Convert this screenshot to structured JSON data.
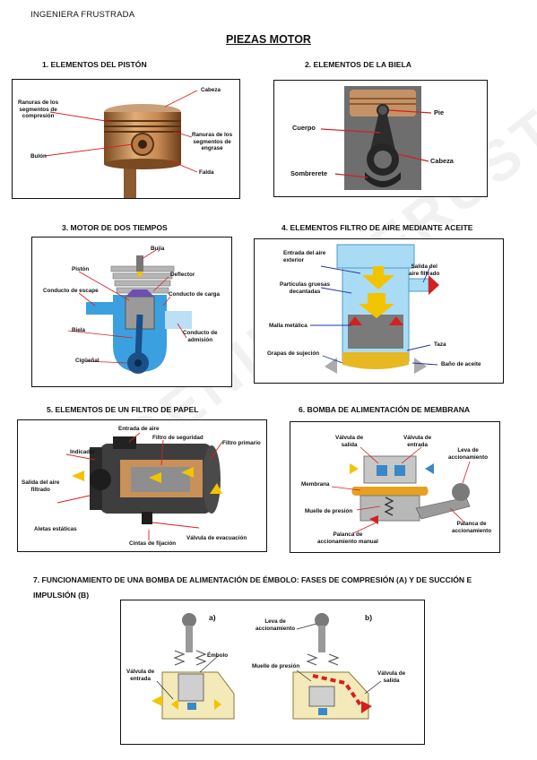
{
  "header": {
    "text": "INGENIERA FRUSTRADA"
  },
  "page_title": "PIEZAS MOTOR",
  "sections": {
    "s1": {
      "title": "1. ELEMENTOS DEL PISTÓN",
      "labels": {
        "cabeza": "Cabeza",
        "ranuras_izq": "Ranuras de los\nsegmentos de\ncompresión",
        "ranuras_der": "Ranuras de los\nsegmentos de\nengrase",
        "bulon": "Bulón",
        "falda": "Falda"
      }
    },
    "s2": {
      "title": "2. ELEMENTOS DE LA BIELA",
      "labels": {
        "pie": "Pie",
        "cuerpo": "Cuerpo",
        "cabeza": "Cabeza",
        "sombrerete": "Sombrerete"
      }
    },
    "s3": {
      "title": "3. MOTOR DE DOS TIEMPOS",
      "labels": {
        "bujia": "Bujía",
        "piston": "Pistón",
        "deflector": "Deflector",
        "escape": "Conducto de escape",
        "carga": "Conducto de carga",
        "biela": "Biela",
        "admision": "Conducto de\nadmisión",
        "ciguenal": "Cigüeñal"
      }
    },
    "s4": {
      "title": "4. ELEMENTOS FILTRO DE AIRE MEDIANTE ACEITE",
      "labels": {
        "entrada": "Entrada del aire\nexterior",
        "salida": "Salida del\naire filtrado",
        "particulas": "Partículas gruesas\ndecantadas",
        "malla": "Malla metálica",
        "taza": "Taza",
        "grapas": "Grapas de sujeción",
        "bano": "Baño de aceite"
      }
    },
    "s5": {
      "title": "5. ELEMENTOS DE UN FILTRO DE PAPEL",
      "labels": {
        "entrada": "Entrada de aire",
        "filtro_seguridad": "Filtro de seguridad",
        "filtro_primario": "Filtro primario",
        "indicador": "Indicador",
        "salida": "Salida del aire\nfiltrado",
        "aletas": "Aletas estáticas",
        "cintas": "Cintas de fijación",
        "valvula": "Válvula de evacuación"
      }
    },
    "s6": {
      "title": "6. BOMBA DE ALIMENTACIÓN DE MEMBRANA",
      "labels": {
        "valvula_salida": "Válvula de\nsalida",
        "valvula_entrada": "Válvula de\nentrada",
        "leva": "Leva de\naccionamiento",
        "membrana": "Membrana",
        "muelle": "Muelle de presión",
        "palanca": "Palanca de\naccionamiento",
        "palanca_manual": "Palanca de\naccionamiento manual"
      }
    },
    "s7": {
      "title": "7. FUNCIONAMIENTO DE UNA BOMBA DE ALIMENTACIÓN DE ÉMBOLO: FASES DE COMPRESIÓN (A) Y DE SUCCIÓN E IMPULSIÓN (B)",
      "labels": {
        "a": "a)",
        "b": "b)",
        "embolo": "Émbolo",
        "valvula_entrada": "Válvula de\nentrada",
        "leva": "Leva de\naccionamiento",
        "muelle": "Muelle de presión",
        "valvula_salida": "Válvula de\nsalida"
      }
    }
  },
  "watermark": "INGENIERA FRUSTRADA",
  "colors": {
    "piston": "#c8915a",
    "blue": "#1e78c8",
    "yellow": "#f2c400",
    "red": "#d42020",
    "gray": "#8a8a8a"
  }
}
